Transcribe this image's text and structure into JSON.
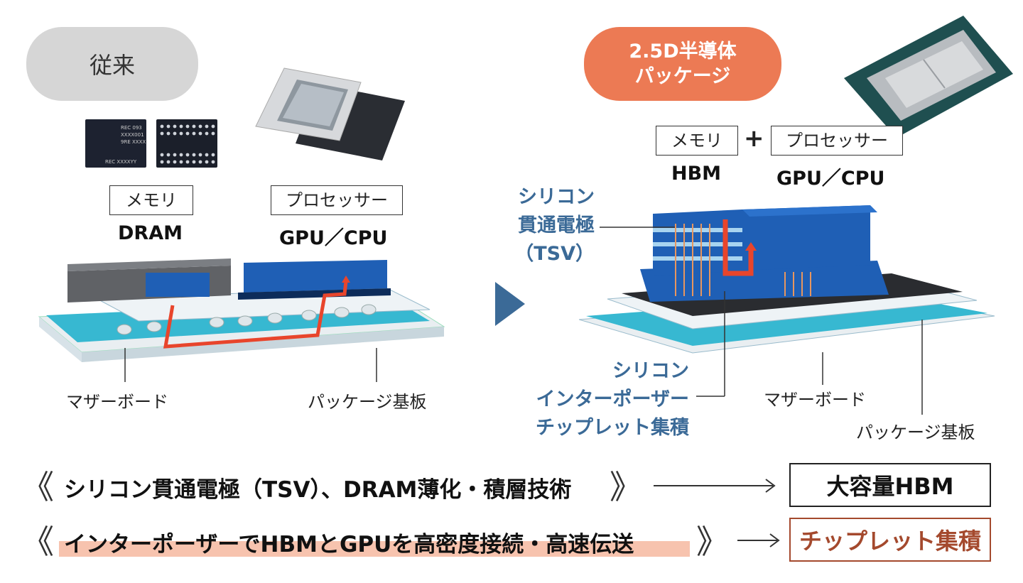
{
  "left": {
    "pill": "従来",
    "memory_box": "メモリ",
    "memory_name": "DRAM",
    "processor_box": "プロセッサー",
    "processor_name": "GPU／CPU",
    "motherboard": "マザーボード",
    "package_substrate": "パッケージ基板",
    "chip_text": [
      "REC 093",
      "XXXX001",
      "9RE XXXX",
      "REC XXXXYY"
    ]
  },
  "right": {
    "pill_line1": "2.5D半導体",
    "pill_line2": "パッケージ",
    "memory_box": "メモリ",
    "plus": "+",
    "processor_box": "プロセッサー",
    "memory_name": "HBM",
    "processor_name": "GPU／CPU",
    "tsv_line1": "シリコン",
    "tsv_line2": "貫通電極",
    "tsv_line3": "（TSV）",
    "interposer_line1": "シリコン",
    "interposer_line2": "インターポーザー",
    "interposer_line3": "チップレット集積",
    "motherboard": "マザーボード",
    "package_substrate": "パッケージ基板"
  },
  "bottom": {
    "open_bracket": "《",
    "close_bracket": "》",
    "row1_text": "シリコン貫通電極（TSV）、DRAM薄化・積層技術",
    "row1_result": "大容量HBM",
    "row2_text": "インターポーザーでHBMとGPUを高密度接続・高速伝送",
    "row2_result": "チップレット集積"
  },
  "colors": {
    "orange": "#ec7a54",
    "blue_text": "#3b6a97",
    "chip_blue": "#1f5fb5",
    "substrate_cyan": "#37b8d1",
    "signal_red": "#e8452c",
    "highlight": "#f7c3ae",
    "result_brown": "#a4492d"
  }
}
